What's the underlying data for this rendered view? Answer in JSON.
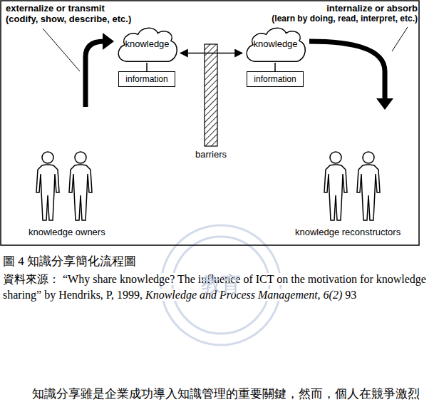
{
  "diagram": {
    "caption": "圖 4 知識分享簡化流程圖",
    "nodes": [
      {
        "text": [
          "knowledge"
        ]
      },
      {
        "text": [
          "information"
        ]
      },
      {
        "text": [
          "knowledge"
        ]
      },
      {
        "text": [
          "information"
        ]
      }
    ],
    "edges": [
      {
        "from": 0,
        "to": 1,
        "arrow": "none"
      },
      {
        "from": 2,
        "to": 3,
        "arrow": "none"
      },
      {
        "from": 0,
        "to": 2,
        "arrow": "both"
      }
    ],
    "labels": [
      "externalize or transmit",
      "(codify, show, describe, etc.)",
      "internalize or absorb",
      "(learn by doing, read, interpret, etc.)",
      "barriers",
      "knowledge owners",
      "knowledge reconstructors",
      "教育",
      "資料來源：",
      "“Why share knowledge? The influence of ICT on the motivation for knowledge sharing” by Hendriks, P, 1999,",
      "Knowledge and Process Management, 6(2)",
      "93",
      "知識分享雖是企業成功導入知識管理的重要關鍵，然而，個人在競爭激烈"
    ]
  }
}
